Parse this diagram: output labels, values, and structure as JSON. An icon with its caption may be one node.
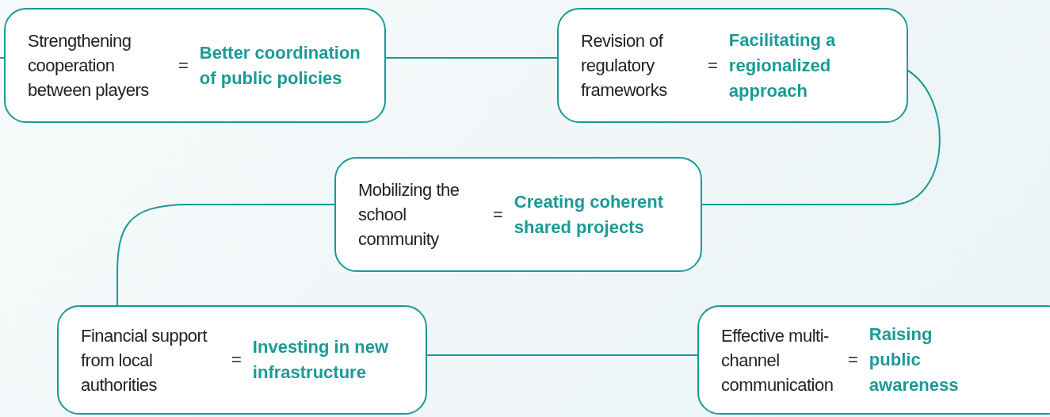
{
  "diagram": {
    "nodes": [
      {
        "text": [
          "Strengthening cooperation between players",
          "=",
          "Better coordination of public policies"
        ]
      },
      {
        "text": [
          "Revision of regulatory frameworks",
          "=",
          "Facilitating a regionalized approach"
        ]
      },
      {
        "text": [
          "Mobilizing the school community",
          "=",
          "Creating coherent shared projects"
        ]
      },
      {
        "text": [
          "Financial support from local authorities",
          "=",
          "Investing in new infrastructure"
        ]
      },
      {
        "text": [
          "Effective multi-channel communication",
          "=",
          "Raising public awareness"
        ]
      }
    ],
    "edges": [
      {
        "from": null,
        "to": 0,
        "arrow": "none"
      },
      {
        "from": 0,
        "to": 1,
        "arrow": "none"
      },
      {
        "from": 1,
        "to": 2,
        "arrow": "none"
      },
      {
        "from": 2,
        "to": 3,
        "arrow": "none"
      },
      {
        "from": 3,
        "to": 4,
        "arrow": "none"
      }
    ]
  }
}
